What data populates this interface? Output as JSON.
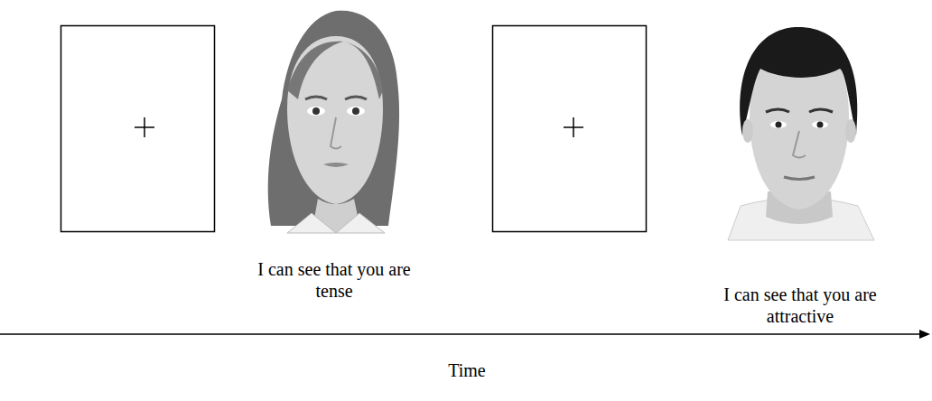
{
  "diagram": {
    "labels": [
      "I can see that you are tense",
      "I can see that you are attractive",
      "Time"
    ]
  }
}
